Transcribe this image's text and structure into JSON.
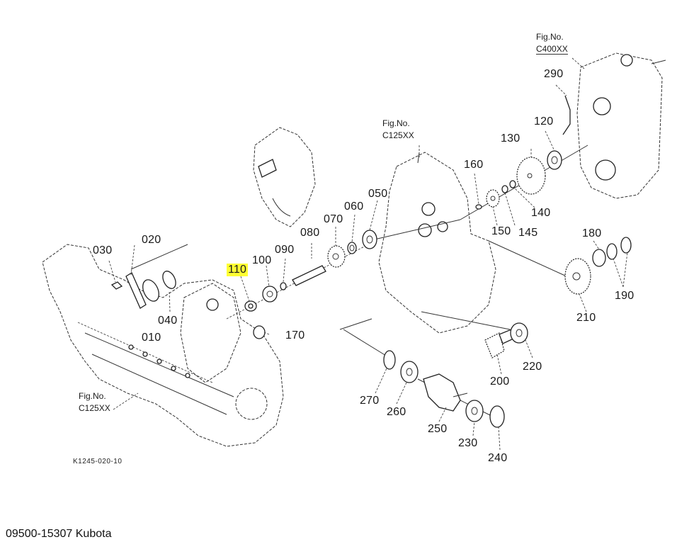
{
  "diagram": {
    "title": "Exploded parts view",
    "drawing_id": "K1245-020-10",
    "caption": "09500-15307 Kubota",
    "highlight_color": "#ffff33",
    "highlighted_part": "110",
    "figure_refs": [
      {
        "label": "Fig.No.",
        "code": "C400XX"
      },
      {
        "label": "Fig.No.",
        "code": "C125XX"
      },
      {
        "label": "Fig.No.",
        "code": "C125XX"
      }
    ],
    "parts": [
      {
        "no": "010"
      },
      {
        "no": "020"
      },
      {
        "no": "030"
      },
      {
        "no": "040"
      },
      {
        "no": "050"
      },
      {
        "no": "060"
      },
      {
        "no": "070"
      },
      {
        "no": "080"
      },
      {
        "no": "090"
      },
      {
        "no": "100"
      },
      {
        "no": "110",
        "highlighted": true
      },
      {
        "no": "120"
      },
      {
        "no": "130"
      },
      {
        "no": "140"
      },
      {
        "no": "145"
      },
      {
        "no": "150"
      },
      {
        "no": "160"
      },
      {
        "no": "170"
      },
      {
        "no": "180"
      },
      {
        "no": "190"
      },
      {
        "no": "200"
      },
      {
        "no": "210"
      },
      {
        "no": "220"
      },
      {
        "no": "230"
      },
      {
        "no": "240"
      },
      {
        "no": "250"
      },
      {
        "no": "260"
      },
      {
        "no": "270"
      },
      {
        "no": "290"
      }
    ]
  }
}
